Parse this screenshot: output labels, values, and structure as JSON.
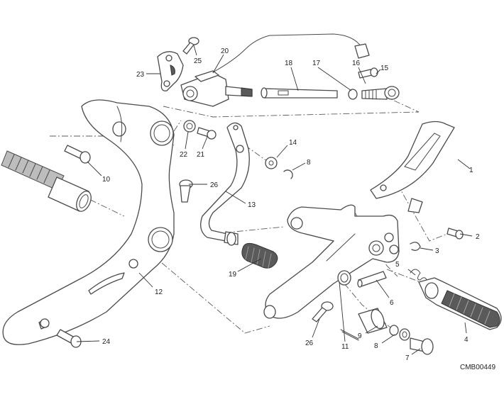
{
  "drawing_code": "CMB00449",
  "callouts": {
    "c1": "1",
    "c2": "2",
    "c3": "3",
    "c4": "4",
    "c5": "5",
    "c6": "6",
    "c7": "7",
    "c8a": "8",
    "c8b": "8",
    "c9": "9",
    "c10": "10",
    "c11": "11",
    "c12": "12",
    "c13": "13",
    "c14": "14",
    "c15": "15",
    "c16": "16",
    "c17": "17",
    "c18": "18",
    "c19": "19",
    "c20": "20",
    "c21": "21",
    "c22": "22",
    "c23": "23",
    "c24": "24",
    "c25": "25",
    "c26a": "26",
    "c26b": "26"
  }
}
